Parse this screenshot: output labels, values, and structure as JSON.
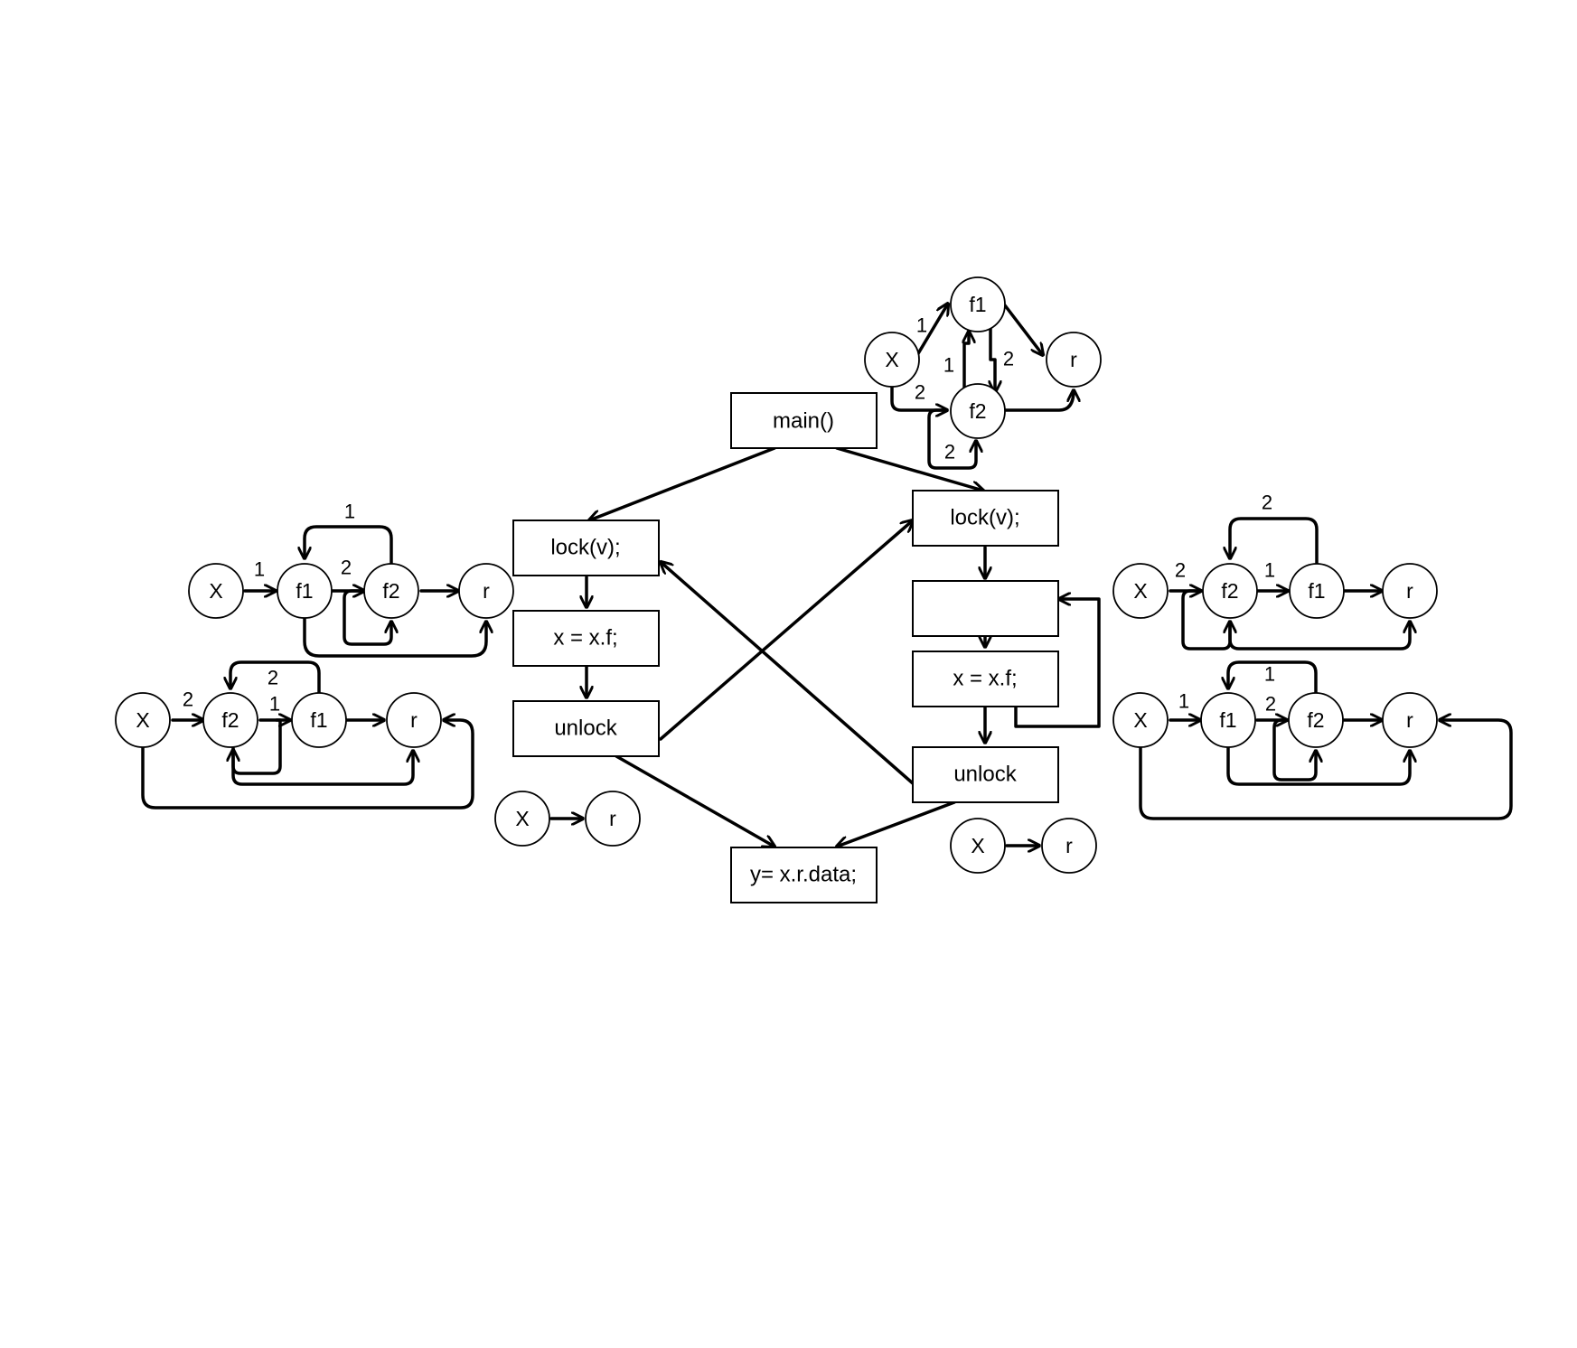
{
  "diagram": {
    "stmt_main": "main()",
    "left_thread": {
      "lock": "lock(v);",
      "assign": "x = x.f;",
      "unlock": "unlock"
    },
    "right_thread": {
      "lock": "lock(v);",
      "empty": "",
      "assign": "x = x.f;",
      "unlock": "unlock"
    },
    "stmt_final": "y= x.r.data;",
    "node_labels": {
      "x": "X",
      "f1": "f1",
      "f2": "f2",
      "r": "r"
    },
    "edge_labels": {
      "one": "1",
      "two": "2"
    }
  }
}
